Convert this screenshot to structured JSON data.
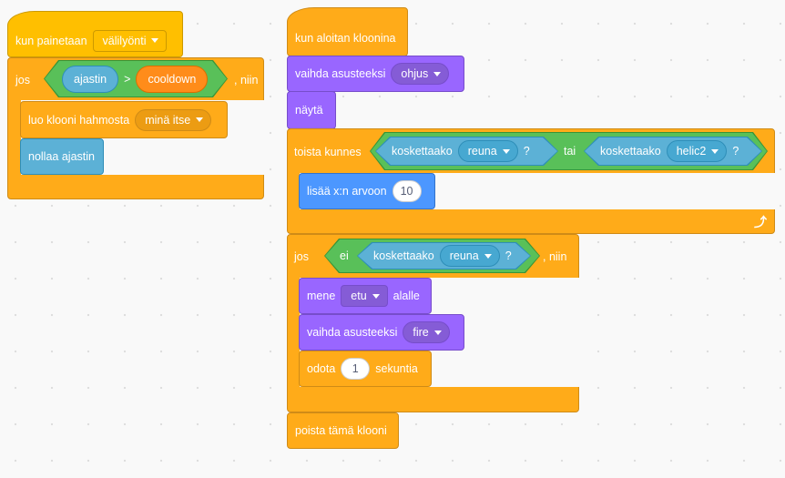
{
  "script1": {
    "hat": {
      "label": "kun painetaan",
      "key": "välilyönti"
    },
    "if": {
      "label": "jos",
      "then": ", niin",
      "left": "ajastin",
      "op": ">",
      "right": "cooldown"
    },
    "create_clone": {
      "label": "luo klooni hahmosta",
      "target": "minä itse"
    },
    "reset_timer": {
      "label": "nollaa ajastin"
    }
  },
  "script2": {
    "hat": {
      "label": "kun aloitan kloonina"
    },
    "switch1": {
      "label": "vaihda asusteeksi",
      "costume": "ohjus"
    },
    "show": {
      "label": "näytä"
    },
    "repeat": {
      "label": "toista kunnes",
      "touch1": "koskettaako",
      "obj1": "reuna",
      "q1": "?",
      "or": "tai",
      "touch2": "koskettaako",
      "obj2": "helic2",
      "q2": "?"
    },
    "change_x": {
      "label": "lisää x:n arvoon",
      "value": "10"
    },
    "if": {
      "label": "jos",
      "not": "ei",
      "touch": "koskettaako",
      "obj": "reuna",
      "q": "?",
      "then": ", niin"
    },
    "go_layer": {
      "label": "mene",
      "layer": "etu",
      "suffix": "alalle"
    },
    "switch2": {
      "label": "vaihda asusteeksi",
      "costume": "fire"
    },
    "wait": {
      "label": "odota",
      "value": "1",
      "suffix": "sekuntia"
    },
    "delete": {
      "label": "poista tämä klooni"
    }
  }
}
